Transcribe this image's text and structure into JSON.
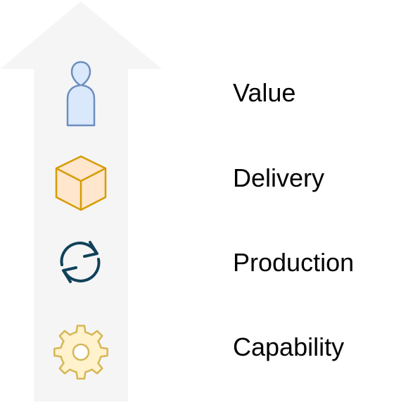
{
  "diagram": {
    "arrow": {
      "fill": "#f5f5f5",
      "direction": "up"
    },
    "layers": [
      {
        "label": "Value",
        "icon": "user-icon",
        "icon_fill": "#dae8fc",
        "icon_stroke": "#6c8ebf"
      },
      {
        "label": "Delivery",
        "icon": "cube-icon",
        "icon_fill": "#ffe6cc",
        "icon_stroke": "#d79b00"
      },
      {
        "label": "Production",
        "icon": "refresh-icon",
        "icon_fill": "none",
        "icon_stroke": "#10425a"
      },
      {
        "label": "Capability",
        "icon": "gear-icon",
        "icon_fill": "#fff2cc",
        "icon_stroke": "#d6b656"
      }
    ]
  }
}
